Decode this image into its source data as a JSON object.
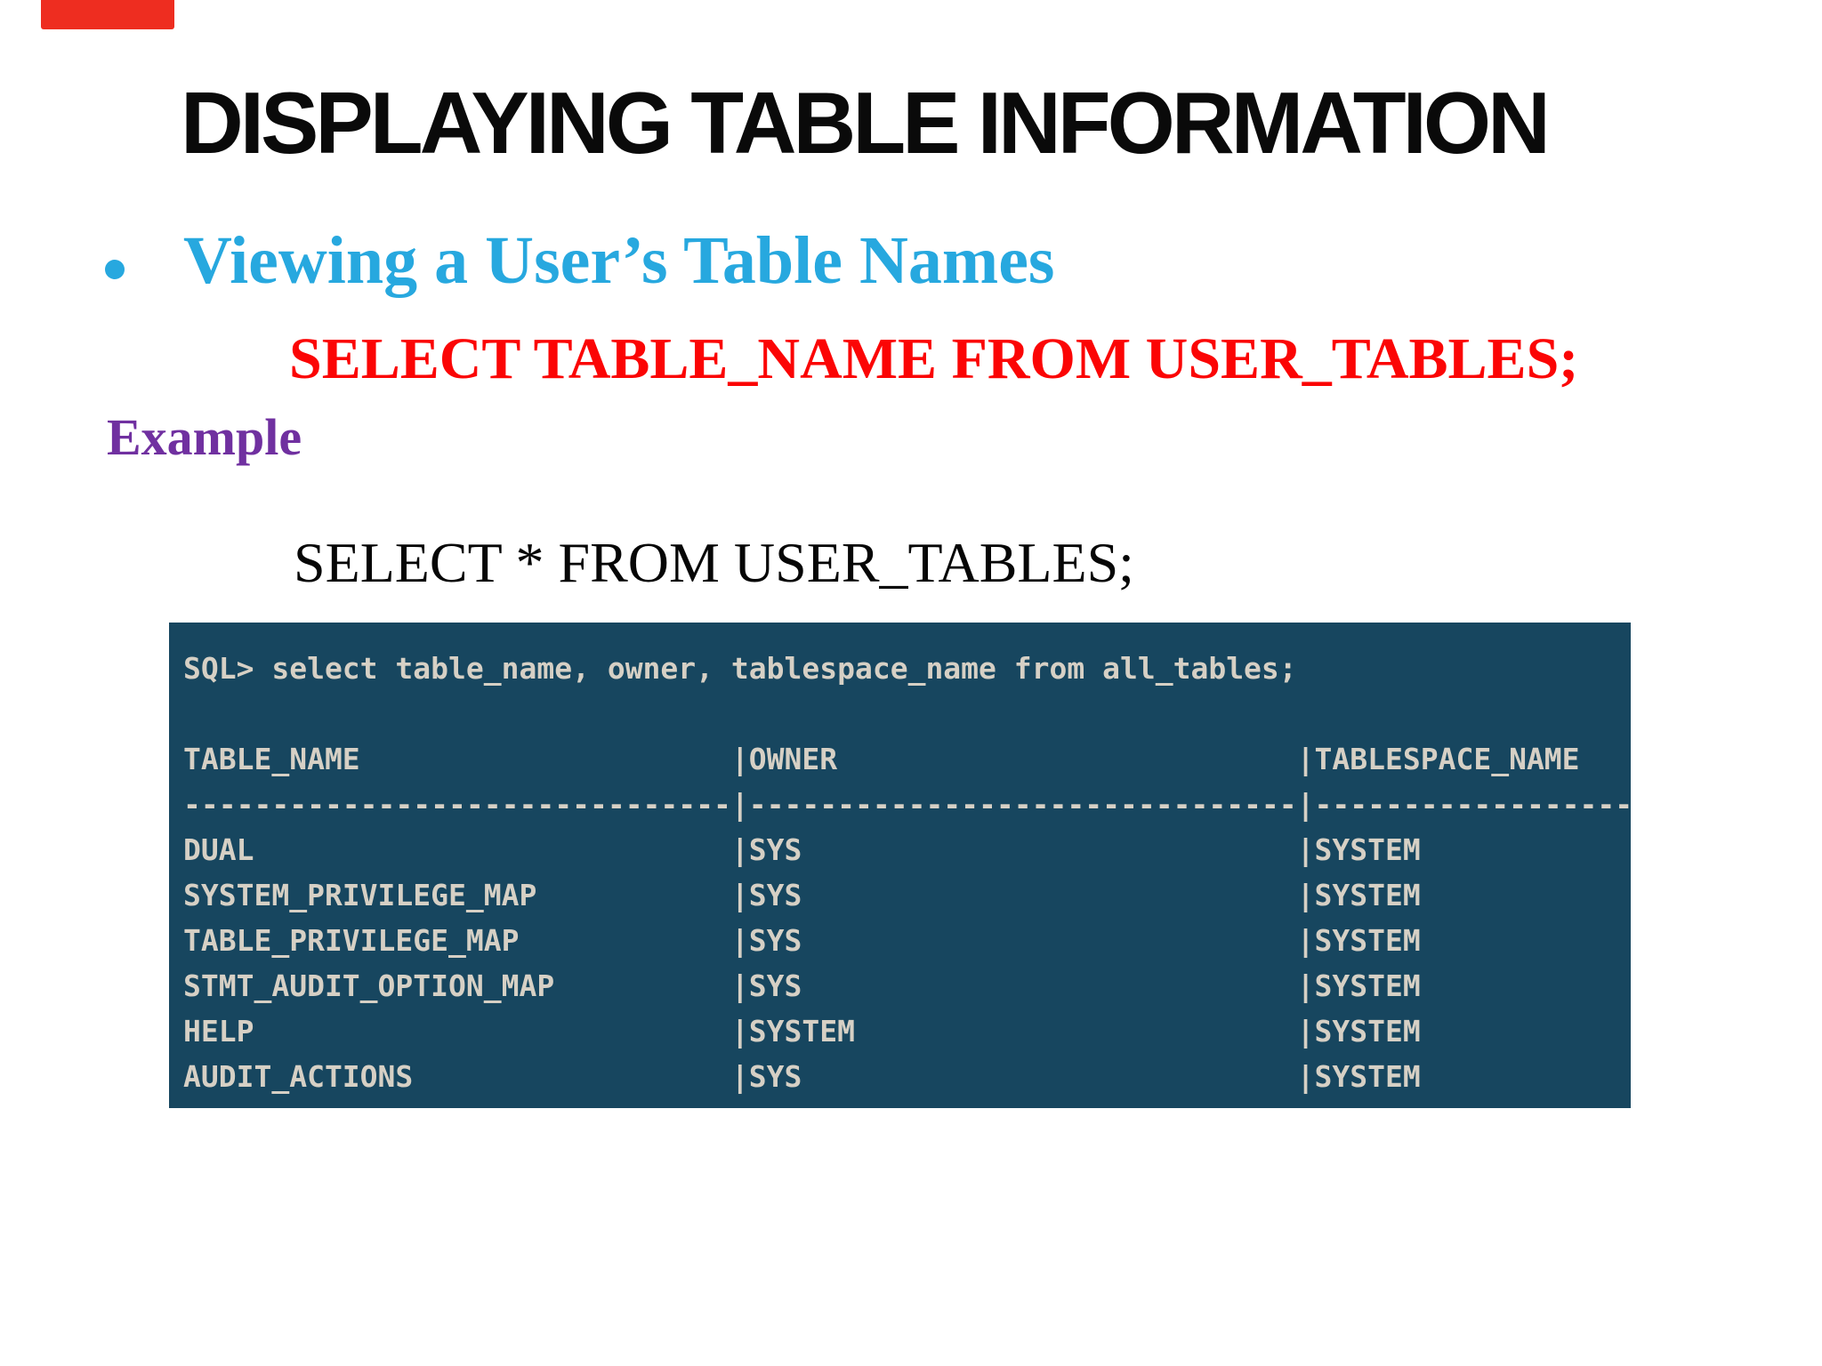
{
  "slide": {
    "title": "DISPLAYING TABLE INFORMATION",
    "bullet_heading": "Viewing a User’s Table Names",
    "sql_statement": "SELECT TABLE_NAME FROM USER_TABLES;",
    "example_label": "Example",
    "example_sql": "SELECT * FROM USER_TABLES;"
  },
  "terminal": {
    "lines": [
      "SQL> select table_name, owner, tablespace_name from all_tables;",
      "",
      "TABLE_NAME                     |OWNER                          |TABLESPACE_NAME",
      "-------------------------------|-------------------------------|-------------------",
      "DUAL                           |SYS                            |SYSTEM",
      "SYSTEM_PRIVILEGE_MAP           |SYS                            |SYSTEM",
      "TABLE_PRIVILEGE_MAP            |SYS                            |SYSTEM",
      "STMT_AUDIT_OPTION_MAP          |SYS                            |SYSTEM",
      "HELP                           |SYSTEM                         |SYSTEM",
      "AUDIT_ACTIONS                  |SYS                            |SYSTEM"
    ]
  },
  "colors": {
    "recording_bar": "#ee2d20",
    "heading_cyan": "#27a8df",
    "sql_red": "#fb0505",
    "example_purple": "#7030a0",
    "terminal_background": "#17465f",
    "terminal_text": "#d6d0c5"
  }
}
